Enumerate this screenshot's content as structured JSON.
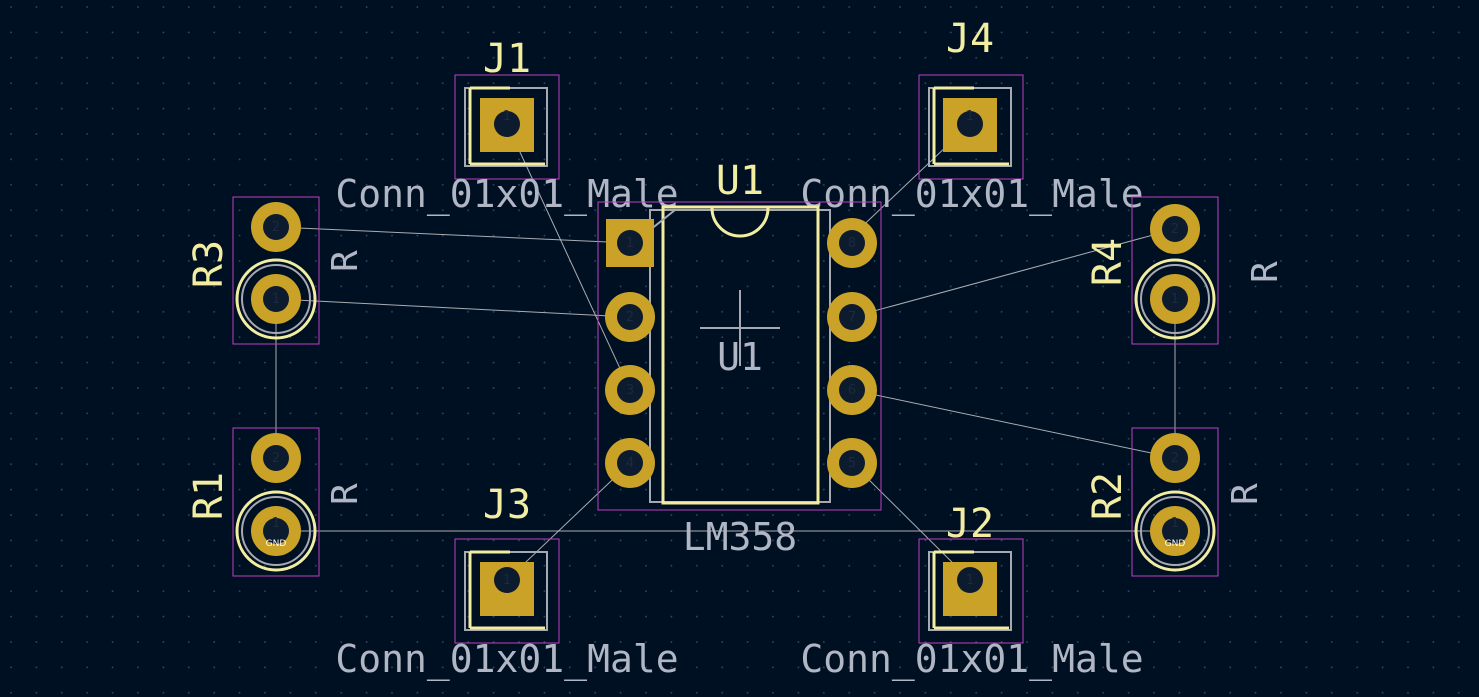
{
  "components": {
    "J1": {
      "ref": "J1",
      "value": "Conn_01x01_Male",
      "pad": "1"
    },
    "J2": {
      "ref": "J2",
      "value": "Conn_01x01_Male",
      "pad": "1"
    },
    "J3": {
      "ref": "J3",
      "value": "Conn_01x01_Male",
      "pad": "1"
    },
    "J4": {
      "ref": "J4",
      "value": "Conn_01x01_Male",
      "pad": "1"
    },
    "U1": {
      "ref": "U1",
      "value": "LM358",
      "center_ref": "U1",
      "pins": [
        "1",
        "2",
        "3",
        "4",
        "5",
        "6",
        "7",
        "8"
      ]
    },
    "R1": {
      "ref": "R1",
      "value": "R",
      "pad1_net": "GND",
      "pins": [
        "2",
        "1"
      ]
    },
    "R2": {
      "ref": "R2",
      "value": "R",
      "pad1_net": "GND",
      "pins": [
        "2",
        "1"
      ]
    },
    "R3": {
      "ref": "R3",
      "value": "R",
      "pins": [
        "2",
        "1"
      ]
    },
    "R4": {
      "ref": "R4",
      "value": "R",
      "pins": [
        "2",
        "1"
      ]
    }
  },
  "colors": {
    "background": "#001023",
    "pad": "#c9a227",
    "silkscreen": "#f2eda1",
    "courtyard": "#c03fc0",
    "fabrication": "#a6a9b1",
    "ratsnest": "#c8c8c8"
  }
}
